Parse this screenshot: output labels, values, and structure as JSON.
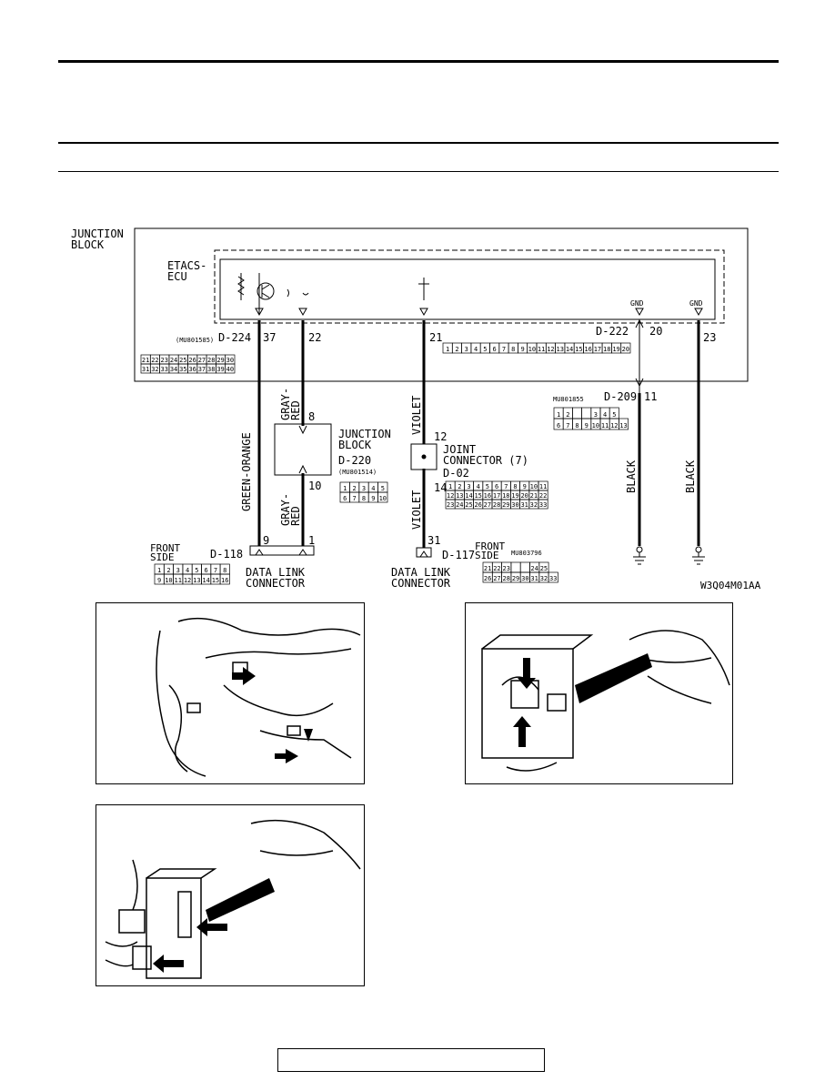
{
  "jb": {
    "label": [
      "JUNCTION",
      "BLOCK"
    ]
  },
  "etacs": {
    "label": [
      "ETACS-",
      "ECU"
    ]
  },
  "gnd": "GND",
  "conn": {
    "d224": "D-224",
    "d224_part": "(MU801585)",
    "d224_pins": [
      [
        "21",
        "22",
        "23",
        "24",
        "25",
        "26",
        "27",
        "28",
        "29",
        "30"
      ],
      [
        "31",
        "32",
        "33",
        "34",
        "35",
        "36",
        "37",
        "38",
        "39",
        "40"
      ]
    ],
    "d222": "D-222",
    "d222_pins": [
      "1",
      "2",
      "3",
      "4",
      "5",
      "6",
      "7",
      "8",
      "9",
      "10",
      "11",
      "12",
      "13",
      "14",
      "15",
      "16",
      "17",
      "18",
      "19",
      "20"
    ],
    "d209": "D-209",
    "d209_part": "MU801855",
    "d209_pins": [
      [
        "1",
        "2",
        "",
        "",
        "3",
        "4",
        "5"
      ],
      [
        "6",
        "7",
        "8",
        "9",
        "10",
        "11",
        "12",
        "13"
      ]
    ],
    "d220": "D-220",
    "d220_part": "(MU801514)",
    "d220_pins": [
      [
        "1",
        "2",
        "3",
        "4",
        "5"
      ],
      [
        "6",
        "7",
        "8",
        "9",
        "10"
      ]
    ],
    "d02": "D-02",
    "d02_pins": [
      [
        "1",
        "2",
        "3",
        "4",
        "5",
        "6",
        "7",
        "8",
        "9",
        "10",
        "11"
      ],
      [
        "12",
        "13",
        "14",
        "15",
        "16",
        "17",
        "18",
        "19",
        "20",
        "21",
        "22"
      ],
      [
        "23",
        "24",
        "25",
        "26",
        "27",
        "28",
        "29",
        "30",
        "31",
        "32",
        "33"
      ]
    ],
    "d118": "D-118",
    "d118_pins": [
      [
        "1",
        "2",
        "3",
        "4",
        "5",
        "6",
        "7",
        "8"
      ],
      [
        "9",
        "10",
        "11",
        "12",
        "13",
        "14",
        "15",
        "16"
      ]
    ],
    "d117": "D-117",
    "d117_part": "MU803796",
    "d117_pins": [
      [
        "21",
        "22",
        "23",
        "",
        "",
        "24",
        "25"
      ],
      [
        "26",
        "27",
        "28",
        "29",
        "30",
        "31",
        "32",
        "33"
      ]
    ]
  },
  "pins": {
    "p37": "37",
    "p22": "22",
    "p21": "21",
    "p20": "20",
    "p23": "23",
    "p11": "11",
    "p8": "8",
    "p10": "10",
    "p12": "12",
    "p14": "14",
    "p9": "9",
    "p1": "1",
    "p31": "31"
  },
  "wires": {
    "green_orange": "GREEN-ORANGE",
    "gray_red": [
      "GRAY-",
      "RED"
    ],
    "violet": "VIOLET",
    "black": "BLACK"
  },
  "labels": {
    "jb2": [
      "JUNCTION",
      "BLOCK"
    ],
    "joint": [
      "JOINT",
      "CONNECTOR (7)"
    ],
    "dlc": [
      "DATA LINK",
      "CONNECTOR"
    ],
    "front_side": [
      "FRONT",
      "SIDE"
    ],
    "code": "W3Q04M01AA"
  }
}
